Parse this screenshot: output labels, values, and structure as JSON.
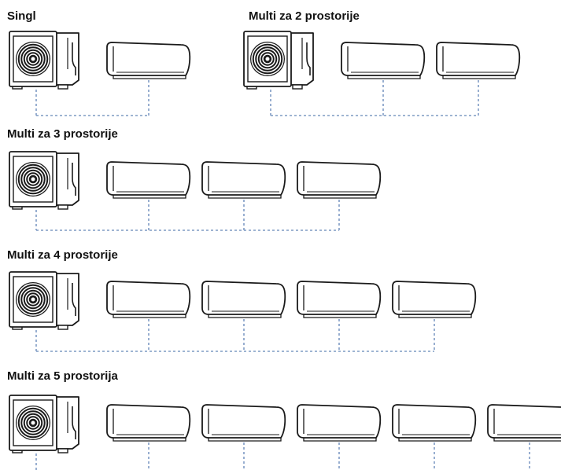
{
  "sections": [
    {
      "id": "singl",
      "label": "Singl",
      "indoor_units": 1
    },
    {
      "id": "multi2",
      "label": "Multi za 2 prostorije",
      "indoor_units": 2
    },
    {
      "id": "multi3",
      "label": "Multi za 3 prostorije",
      "indoor_units": 3
    },
    {
      "id": "multi4",
      "label": "Multi za 4 prostorije",
      "indoor_units": 4
    },
    {
      "id": "multi5",
      "label": "Multi za 5 prostorija",
      "indoor_units": 5
    }
  ],
  "colors": {
    "stroke": "#1a1a1a",
    "pipe": "#7f9bc4",
    "text": "#111111"
  },
  "icons": {
    "outdoor": "outdoor-unit-icon",
    "indoor": "indoor-unit-icon"
  }
}
